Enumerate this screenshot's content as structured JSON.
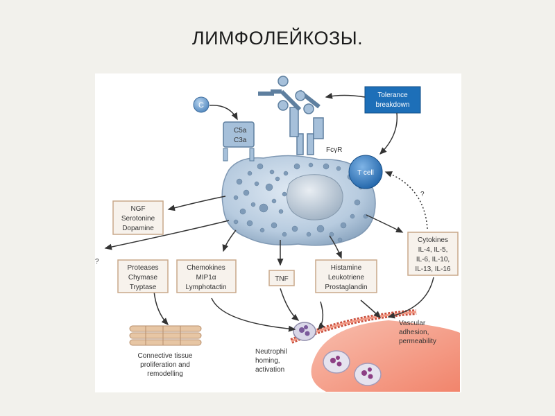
{
  "title": "ЛИМФОЛЕЙКОЗЫ.",
  "diagram": {
    "complement_symbol": "C",
    "receptor_labels": [
      "C5a",
      "C3a"
    ],
    "fc_receptor": "FcγR",
    "tolerance": [
      "Tolerance",
      "breakdown"
    ],
    "t_cell": "T cell",
    "unknown_mark": "?",
    "boxes": {
      "ngf": [
        "NGF",
        "Serotonine",
        "Dopamine"
      ],
      "proteases": [
        "Proteases",
        "Chymase",
        "Tryptase"
      ],
      "chemokines": [
        "Chemokines",
        "MIP1α",
        "Lymphotactin"
      ],
      "tnf": [
        "TNF"
      ],
      "histamine": [
        "Histamine",
        "Leukotriene",
        "Prostaglandin"
      ],
      "cytokines": [
        "Cytokines",
        "IL-4, IL-5,",
        "IL-6, IL-10,",
        "IL-13, IL-16"
      ]
    },
    "outcomes": {
      "connective": [
        "Connective tissue",
        "proliferation and",
        "remodelling"
      ],
      "neutrophil": [
        "Neutrophil",
        "homing,",
        "activation"
      ],
      "vascular": [
        "Vascular",
        "adhesion,",
        "permeability"
      ]
    }
  },
  "colors": {
    "box_border": "#c9a88a",
    "box_fill": "#f7f2ec",
    "cell_fill": "#b9cde0",
    "tolerance_fill": "#1d6fb8",
    "vessel_red": "#f1866c"
  }
}
